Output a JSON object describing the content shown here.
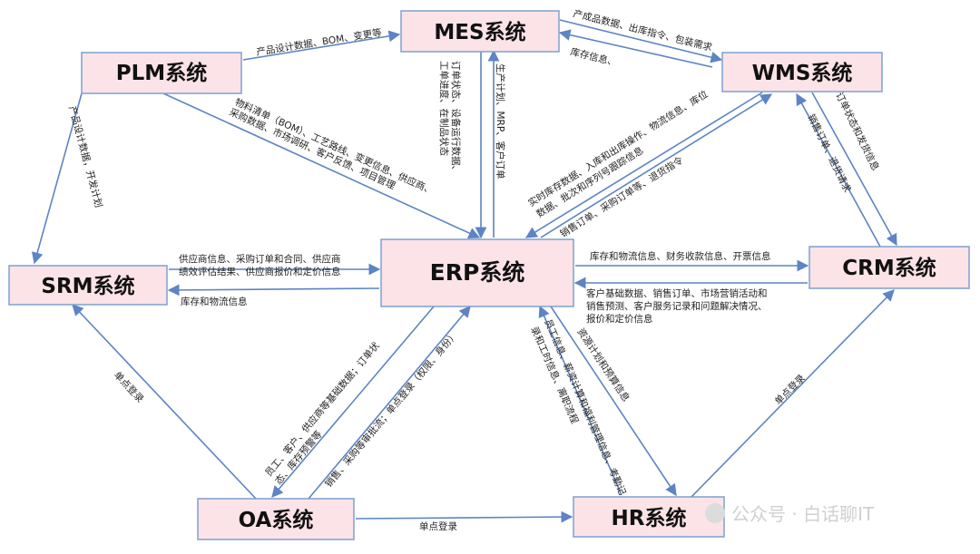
{
  "nodes": {
    "mes": "MES系统",
    "wms": "WMS系统",
    "plm": "PLM系统",
    "srm": "SRM系统",
    "erp": "ERP系统",
    "crm": "CRM系统",
    "oa": "OA系统",
    "hr": "HR系统"
  },
  "edges": {
    "plm_mes": "产品设计数据、BOM、变更等",
    "mes_wms": "产成品数据、出库指令、包装需求",
    "wms_mes": "库存信息、",
    "plm_srm": "产品设计数据，开发计划",
    "plm_erp_1": "物料清单（BOM）、工艺路线、变更信息、供应商、",
    "plm_erp_2": "采购数据、市场调研、客户反馈、项目管理",
    "mes_erp_1": "订单状态、设备运行数据、",
    "mes_erp_2": "工单进度、在制品状态",
    "erp_mes": "生产计划、MRP、客户订单",
    "wms_erp_1": "实时库存数据、入库和出库操作、物流信息、库位",
    "wms_erp_2": "数据、批次和序列号跟踪信息",
    "erp_wms": "销售订单、采购订单等、退货指令",
    "wms_crm": "订单状态和发货信息",
    "crm_wms": "销售订单、退货请求",
    "srm_erp_1": "供应商信息、采购订单和合同、供应商",
    "srm_erp_2": "绩效评估结果、供应商报价和定价信息",
    "erp_srm": "库存和物流信息",
    "erp_crm": "库存和物流信息、财务收款信息、开票信息",
    "crm_erp_1": "客户基础数据、销售订单、市场营销活动和",
    "crm_erp_2": "销售预测、客户服务记录和问题解决情况、",
    "crm_erp_3": "报价和定价信息",
    "oa_srm": "单点登录",
    "erp_oa_1": "员工、客户、供应商等基础数据；订单状",
    "erp_oa_2": "态、库存预警等",
    "oa_erp": "销售、采购等审批流；单点登录（权限、身份）",
    "oa_hr": "单点登录",
    "hr_erp_1": "员工信息、薪资计算和福利管理信息、考勤记",
    "hr_erp_2": "录和工时信息、离职流程",
    "erp_hr": "资源计划和预算信息",
    "hr_crm": "单点登录"
  },
  "watermark": "公众号 · 白话聊IT"
}
